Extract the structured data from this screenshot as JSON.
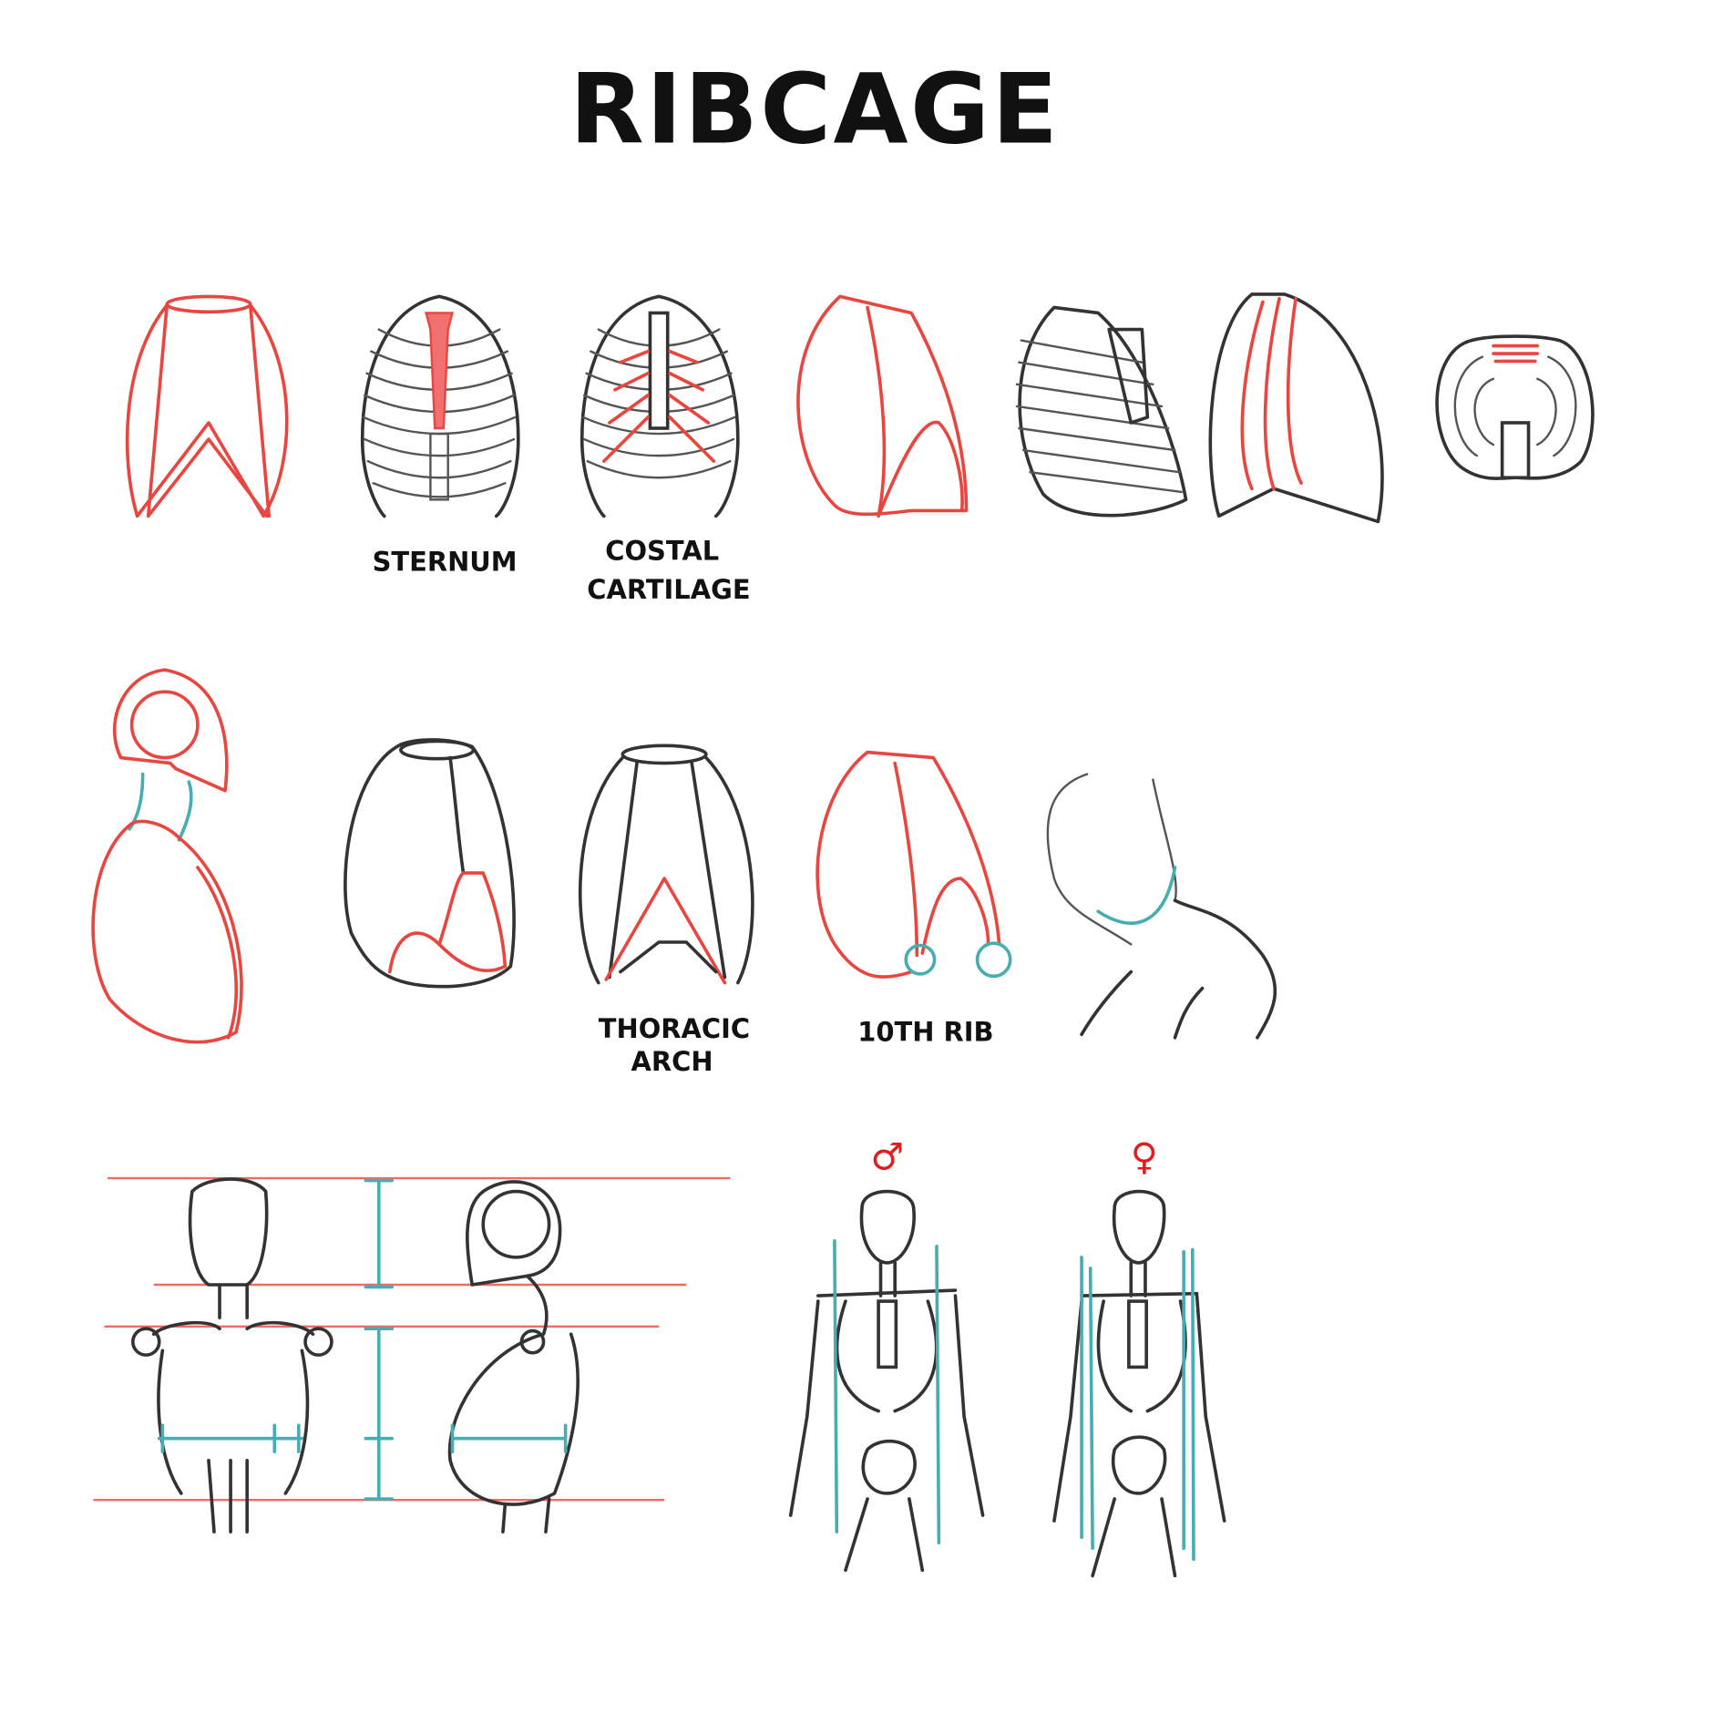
{
  "title": "RIBCAGE",
  "labels": {
    "sternum": "STERNUM",
    "costal_1": "COSTAL",
    "costal_2": "CARTILAGE",
    "thoracic_1": "THORACIC",
    "thoracic_2": "ARCH",
    "tenth_rib": "10TH RIB"
  },
  "symbols": {
    "male": "♂",
    "female": "♀"
  },
  "colors": {
    "red": "#e8463f",
    "black": "#333333",
    "teal": "#46aeb0"
  }
}
